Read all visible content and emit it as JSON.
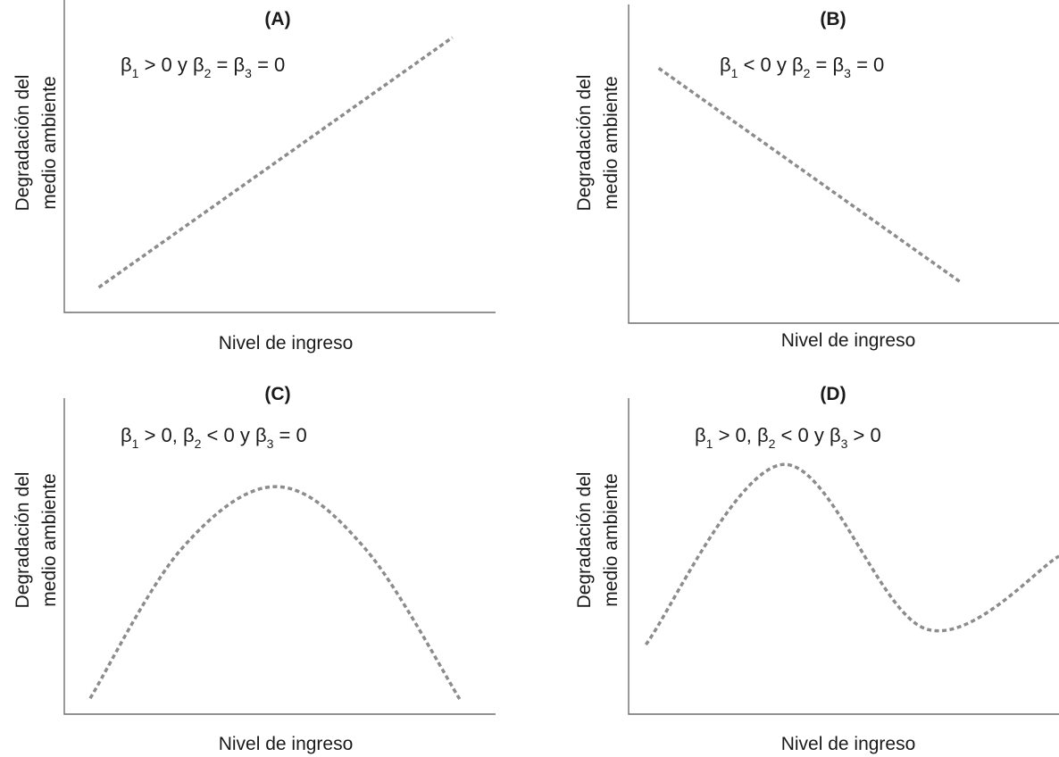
{
  "colors": {
    "curve": "#8c8c8c",
    "axis": "#6e6e6e",
    "text": "#1a1a1a"
  },
  "chart_data": [
    {
      "type": "line",
      "panel": "A",
      "title": "(A)",
      "condition": {
        "segments": [
          "β",
          "1",
          " > 0 y β",
          "2",
          " = β",
          "3",
          " = 0"
        ]
      },
      "ylabel": [
        "Degradación del",
        "medio ambiente"
      ],
      "xlabel": "Nivel de ingreso",
      "curve": "linear_increasing",
      "x": [
        0.08,
        0.9
      ],
      "y": [
        0.08,
        0.88
      ],
      "xlim": [
        0,
        1
      ],
      "ylim": [
        0,
        1
      ],
      "grid": false
    },
    {
      "type": "line",
      "panel": "B",
      "title": "(B)",
      "condition": {
        "segments": [
          "β",
          "1",
          " < 0 y β",
          "2",
          " = β",
          "3",
          " = 0"
        ]
      },
      "ylabel": [
        "Degradación del",
        "medio ambiente"
      ],
      "xlabel": "Nivel de ingreso",
      "curve": "linear_decreasing",
      "x": [
        0.07,
        0.77
      ],
      "y": [
        0.8,
        0.13
      ],
      "xlim": [
        0,
        1
      ],
      "ylim": [
        0,
        1
      ],
      "grid": false
    },
    {
      "type": "line",
      "panel": "C",
      "title": "(C)",
      "condition": {
        "segments": [
          "β",
          "1",
          " > 0, β",
          "2",
          " < 0 y β",
          "3",
          " = 0"
        ]
      },
      "ylabel": [
        "Degradación del",
        "medio ambiente"
      ],
      "xlabel": "Nivel de ingreso",
      "curve": "inverted_u",
      "x": [
        0.06,
        0.27,
        0.49,
        0.7,
        0.92
      ],
      "y": [
        0.05,
        0.52,
        0.72,
        0.52,
        0.04
      ],
      "xlim": [
        0,
        1
      ],
      "ylim": [
        0,
        1
      ],
      "grid": false
    },
    {
      "type": "line",
      "panel": "D",
      "title": "(D)",
      "condition": {
        "segments": [
          "β",
          "1",
          " > 0, β",
          "2",
          " < 0 y β",
          "3",
          " > 0"
        ]
      },
      "ylabel": [
        "Degradación del",
        "medio ambiente"
      ],
      "xlabel": "Nivel de ingreso",
      "curve": "n_shaped",
      "x": [
        0.04,
        0.36,
        0.69,
        1.0
      ],
      "y": [
        0.22,
        0.79,
        0.27,
        0.5
      ],
      "xlim": [
        0,
        1
      ],
      "ylim": [
        0,
        1
      ],
      "grid": false
    }
  ]
}
